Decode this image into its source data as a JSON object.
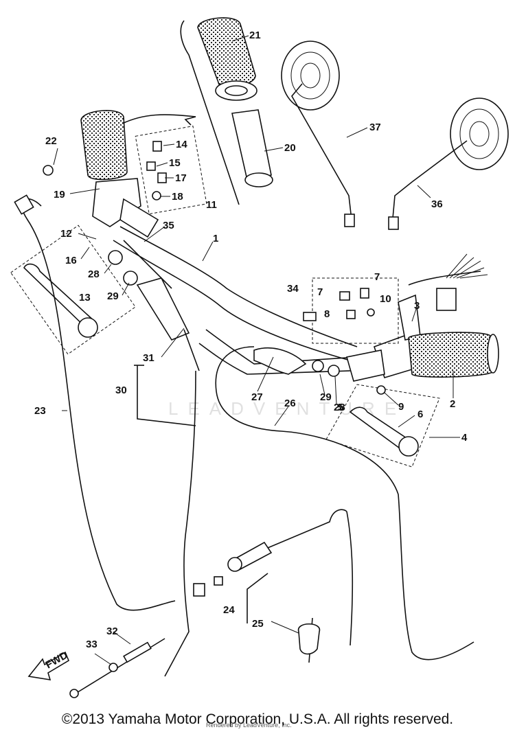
{
  "diagram": {
    "callouts": [
      {
        "id": "1",
        "label": "1"
      },
      {
        "id": "2",
        "label": "2"
      },
      {
        "id": "3",
        "label": "3"
      },
      {
        "id": "4",
        "label": "4"
      },
      {
        "id": "5",
        "label": "5"
      },
      {
        "id": "6",
        "label": "6"
      },
      {
        "id": "7a",
        "label": "7"
      },
      {
        "id": "7b",
        "label": "7"
      },
      {
        "id": "8",
        "label": "8"
      },
      {
        "id": "9",
        "label": "9"
      },
      {
        "id": "10",
        "label": "10"
      },
      {
        "id": "11",
        "label": "11"
      },
      {
        "id": "12",
        "label": "12"
      },
      {
        "id": "13",
        "label": "13"
      },
      {
        "id": "14",
        "label": "14"
      },
      {
        "id": "15",
        "label": "15"
      },
      {
        "id": "16",
        "label": "16"
      },
      {
        "id": "17",
        "label": "17"
      },
      {
        "id": "18",
        "label": "18"
      },
      {
        "id": "19",
        "label": "19"
      },
      {
        "id": "20",
        "label": "20"
      },
      {
        "id": "21",
        "label": "21"
      },
      {
        "id": "22",
        "label": "22"
      },
      {
        "id": "23",
        "label": "23"
      },
      {
        "id": "24",
        "label": "24"
      },
      {
        "id": "25",
        "label": "25"
      },
      {
        "id": "26",
        "label": "26"
      },
      {
        "id": "27",
        "label": "27"
      },
      {
        "id": "28a",
        "label": "28"
      },
      {
        "id": "28b",
        "label": "28"
      },
      {
        "id": "29a",
        "label": "29"
      },
      {
        "id": "29b",
        "label": "29"
      },
      {
        "id": "30",
        "label": "30"
      },
      {
        "id": "31",
        "label": "31"
      },
      {
        "id": "32",
        "label": "32"
      },
      {
        "id": "33",
        "label": "33"
      },
      {
        "id": "34",
        "label": "34"
      },
      {
        "id": "35",
        "label": "35"
      },
      {
        "id": "36",
        "label": "36"
      },
      {
        "id": "37",
        "label": "37"
      }
    ],
    "fwd_label": "FWD",
    "watermark": "LEADVENTURE"
  },
  "footer": {
    "copyright": "©2013 Yamaha Motor Corporation, U.S.A. All rights reserved.",
    "rendered_by": "Rendered by LeadVenture, Inc."
  }
}
